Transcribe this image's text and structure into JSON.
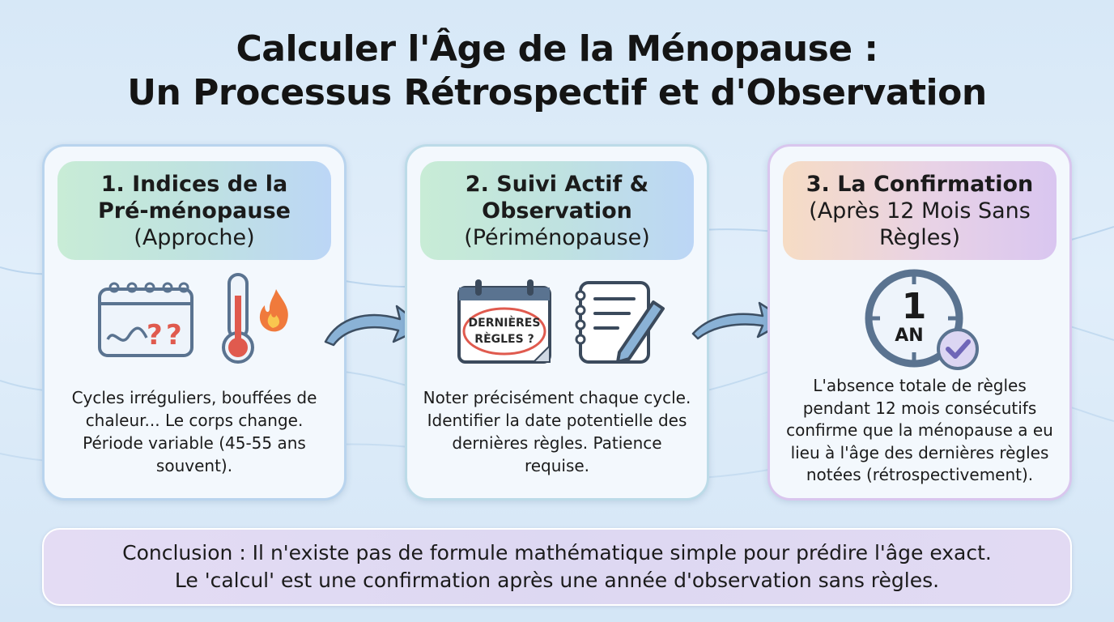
{
  "title": {
    "line1": "Calculer l'Âge de la Ménopause :",
    "line2": "Un Processus Rétrospectif et d'Observation"
  },
  "steps": [
    {
      "heading_bold_1": "1. Indices de la",
      "heading_bold_2": "Pré-ménopause",
      "heading_light_1": "(Approche)",
      "body": "Cycles irréguliers, bouffées de chaleur... Le corps change. Période variable (45-55 ans souvent).",
      "icons": [
        "calendar-question-icon",
        "thermometer-flame-icon"
      ]
    },
    {
      "heading_bold_1": "2. Suivi Actif &",
      "heading_bold_2": "Observation",
      "heading_light_1": "(Périménopause)",
      "calendar_text_1": "DERNIÈRES",
      "calendar_text_2": "RÈGLES ?",
      "body": "Noter précisément chaque cycle. Identifier la date potentielle des dernières règles. Patience requise.",
      "icons": [
        "calendar-last-period-icon",
        "notebook-pen-icon"
      ]
    },
    {
      "heading_bold_1": "3. La Confirmation",
      "heading_light_1": "(Après 12 Mois Sans",
      "heading_light_2": "Règles)",
      "clock_number": "1",
      "clock_unit": "AN",
      "body": "L'absence totale de règles pendant 12 mois consécutifs confirme que la ménopause a eu lieu à l'âge des dernières règles notées (rétrospectivement).",
      "icons": [
        "one-year-clock-icon",
        "checkmark-icon"
      ]
    }
  ],
  "conclusion": {
    "line1": "Conclusion : Il n'existe pas de formule mathématique simple pour prédire l'âge exact.",
    "line2": "Le 'calcul' est une confirmation après une année d'observation sans règles."
  },
  "colors": {
    "background": "#d7e8f7",
    "icon_blue": "#5a7390",
    "accent_red": "#e05a4e",
    "check_purple": "#8f86c9",
    "arrow_blue": "#8ab2d6"
  }
}
